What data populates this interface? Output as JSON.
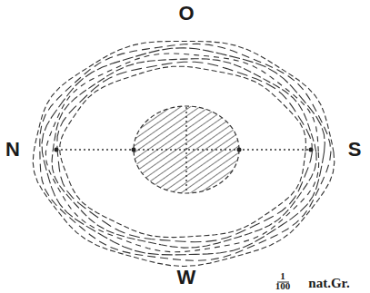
{
  "diagram": {
    "labels": [
      "O",
      "N",
      "S",
      "W",
      "1",
      "100",
      "nat.Gr."
    ]
  }
}
